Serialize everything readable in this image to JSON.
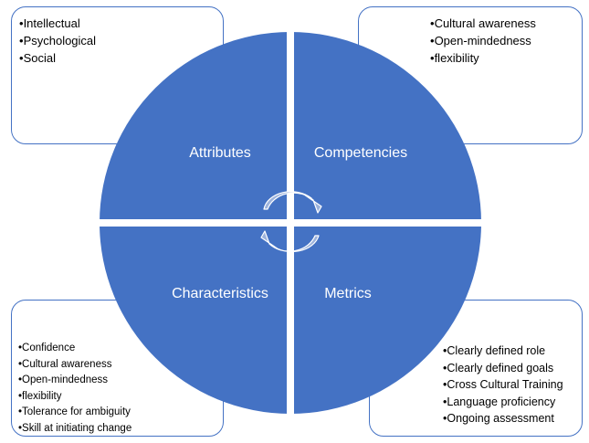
{
  "colors": {
    "quadrant_fill": "#4472c4",
    "divider": "#ffffff",
    "box_border": "#4472c4",
    "arrow_fill": "#9db3dc",
    "arrow_stroke": "#ffffff"
  },
  "quadrants": {
    "top_left": "Attributes",
    "top_right": "Competencies",
    "bottom_left": "Characteristics",
    "bottom_right": "Metrics"
  },
  "boxes": {
    "top_left": {
      "items": [
        "Intellectual",
        "Psychological",
        "Social"
      ]
    },
    "top_right": {
      "items": [
        "Cultural awareness",
        "Open-mindedness",
        "flexibility"
      ]
    },
    "bottom_left": {
      "items": [
        "Confidence",
        "Cultural awareness",
        "Open-mindedness",
        "flexibility",
        "Tolerance for ambiguity",
        "Skill at initiating change"
      ]
    },
    "bottom_right": {
      "items": [
        "Clearly defined role",
        "Clearly defined goals",
        "Cross Cultural Training",
        "Language proficiency",
        "Ongoing assessment"
      ]
    }
  }
}
